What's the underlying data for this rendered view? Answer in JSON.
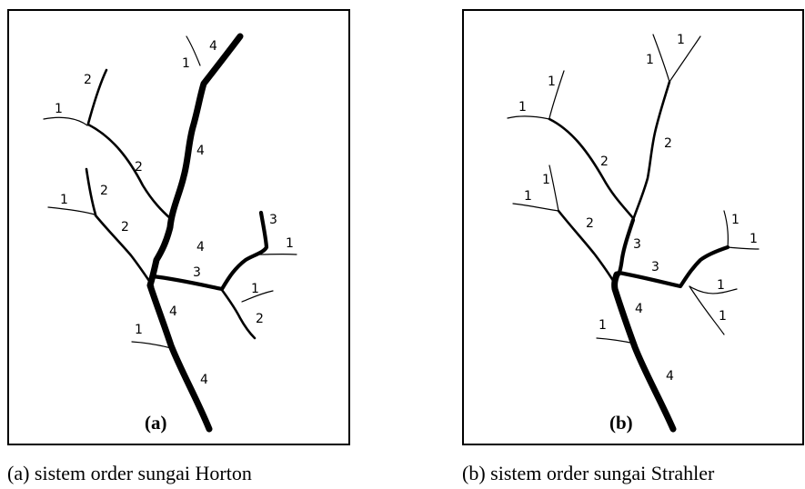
{
  "panel_a": {
    "tag": "(a)",
    "stream_labels": [
      "4",
      "1",
      "2",
      "1",
      "2",
      "4",
      "1",
      "2",
      "2",
      "3",
      "1",
      "4",
      "3",
      "1",
      "2",
      "4",
      "1",
      "4"
    ]
  },
  "panel_b": {
    "tag": "(b)",
    "stream_labels": [
      "1",
      "1",
      "1",
      "1",
      "2",
      "2",
      "1",
      "1",
      "2",
      "1",
      "1",
      "3",
      "3",
      "1",
      "1",
      "4",
      "1",
      "4"
    ]
  },
  "captions": {
    "a": "(a) sistem order sungai Horton",
    "b": "(b) sistem order sungai Strahler"
  }
}
